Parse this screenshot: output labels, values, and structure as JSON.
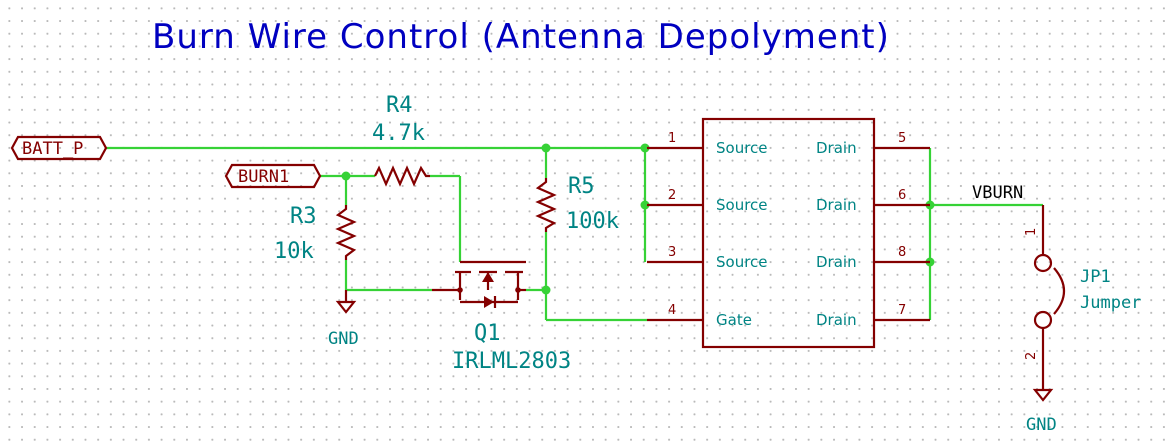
{
  "title": "Burn Wire Control (Antenna Depolyment)",
  "labels": {
    "batt": "BATT_P",
    "burn1": "BURN1",
    "vburn": "VBURN"
  },
  "r4": {
    "ref": "R4",
    "value": "4.7k"
  },
  "r3": {
    "ref": "R3",
    "value": "10k"
  },
  "r5": {
    "ref": "R5",
    "value": "100k"
  },
  "q1": {
    "ref": "Q1",
    "value": "IRLML2803"
  },
  "jp1": {
    "ref": "JP1",
    "value": "Jumper",
    "pin1": "1",
    "pin2": "2"
  },
  "gnd": "GND",
  "ic": {
    "left_pins": [
      {
        "num": "1",
        "name": "Source"
      },
      {
        "num": "2",
        "name": "Source"
      },
      {
        "num": "3",
        "name": "Source"
      },
      {
        "num": "4",
        "name": "Gate"
      }
    ],
    "right_pins": [
      {
        "num": "5",
        "name": "Drain"
      },
      {
        "num": "6",
        "name": "Drain"
      },
      {
        "num": "8",
        "name": "Drain"
      },
      {
        "num": "7",
        "name": "Drain"
      }
    ]
  },
  "colors": {
    "wire": "#36d236",
    "component": "#840000",
    "text": "#008484",
    "title": "#0000c0"
  }
}
